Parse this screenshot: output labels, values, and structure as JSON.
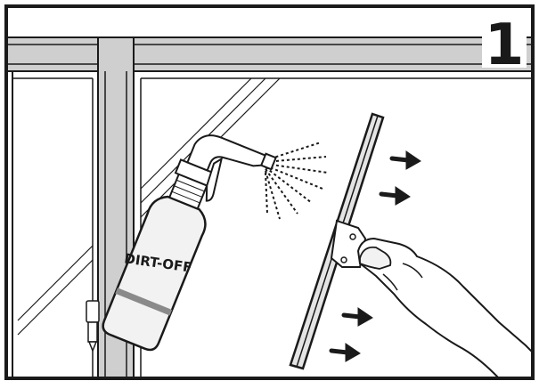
{
  "step": {
    "number": "1"
  },
  "bottle": {
    "label": "DIRT-OFF"
  },
  "colors": {
    "outline": "#1a1a1a",
    "frame_fill": "#cfcfcf",
    "glass": "#ffffff",
    "bottle_body": "#f2f2f2",
    "squeegee_blade": "#e4e4e4",
    "label_stripe": "#8a8a8a"
  },
  "arrows": [
    {
      "name": "arrow-right-1"
    },
    {
      "name": "arrow-right-2"
    },
    {
      "name": "arrow-right-3"
    },
    {
      "name": "arrow-right-4"
    }
  ]
}
